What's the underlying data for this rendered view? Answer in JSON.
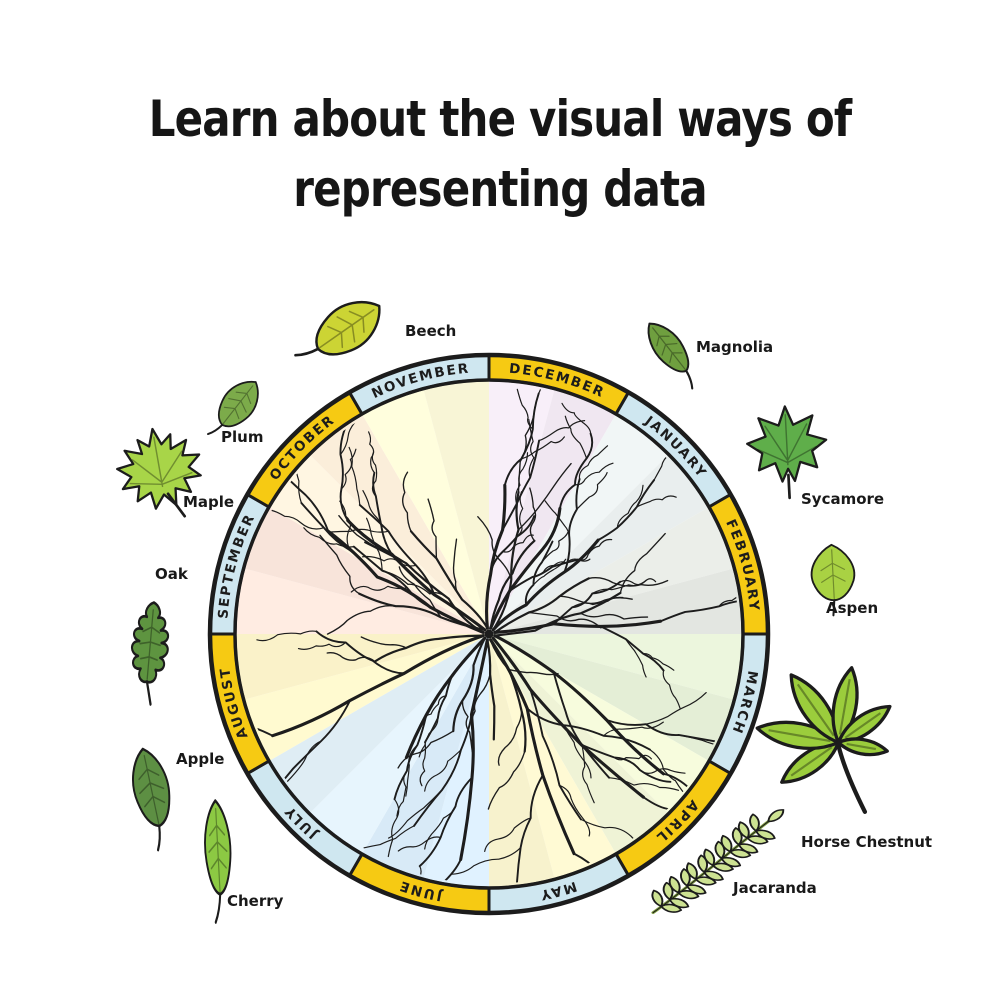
{
  "title": {
    "line1": "Learn about the visual ways of",
    "line2": "representing data"
  },
  "wheel": {
    "outline_color": "#1c1c1c",
    "band_colors": {
      "yellow": "#f6ca13",
      "blue": "#cfe7f0"
    },
    "months": [
      {
        "name": "DECEMBER",
        "band": "yellow",
        "fill": "#f0e7f1"
      },
      {
        "name": "JANUARY",
        "band": "blue",
        "fill": "#e9eeee"
      },
      {
        "name": "FEBRUARY",
        "band": "yellow",
        "fill": "#e3e6e1"
      },
      {
        "name": "MARCH",
        "band": "blue",
        "fill": "#e4eed6"
      },
      {
        "name": "APRIL",
        "band": "yellow",
        "fill": "#eff3d6"
      },
      {
        "name": "MAY",
        "band": "blue",
        "fill": "#f7f2cd"
      },
      {
        "name": "JUNE",
        "band": "yellow",
        "fill": "#d8eaf7"
      },
      {
        "name": "JULY",
        "band": "blue",
        "fill": "#dfedf4"
      },
      {
        "name": "AUGUST",
        "band": "yellow",
        "fill": "#faf2c9"
      },
      {
        "name": "SEPTEMBER",
        "band": "blue",
        "fill": "#f8e4da"
      },
      {
        "name": "OCTOBER",
        "band": "yellow",
        "fill": "#fbeeda"
      },
      {
        "name": "NOVEMBER",
        "band": "blue",
        "fill": "#f8f5d6"
      }
    ]
  },
  "leaves": [
    {
      "id": "beech",
      "name": "Beech",
      "color": "#ccd434"
    },
    {
      "id": "magnolia",
      "name": "Magnolia",
      "color": "#6f9f3f"
    },
    {
      "id": "plum",
      "name": "Plum",
      "color": "#7cab4a"
    },
    {
      "id": "sycamore",
      "name": "Sycamore",
      "color": "#5fae4a"
    },
    {
      "id": "maple",
      "name": "Maple",
      "color": "#a8d548"
    },
    {
      "id": "aspen",
      "name": "Aspen",
      "color": "#a9d243"
    },
    {
      "id": "oak",
      "name": "Oak",
      "color": "#5e9440"
    },
    {
      "id": "apple",
      "name": "Apple",
      "color": "#5d8f43"
    },
    {
      "id": "horse-chestnut",
      "name": "Horse Chestnut",
      "color": "#9bcd3c"
    },
    {
      "id": "jacaranda",
      "name": "Jacaranda",
      "color": "#cde292"
    },
    {
      "id": "cherry",
      "name": "Cherry",
      "color": "#8cc943"
    }
  ]
}
